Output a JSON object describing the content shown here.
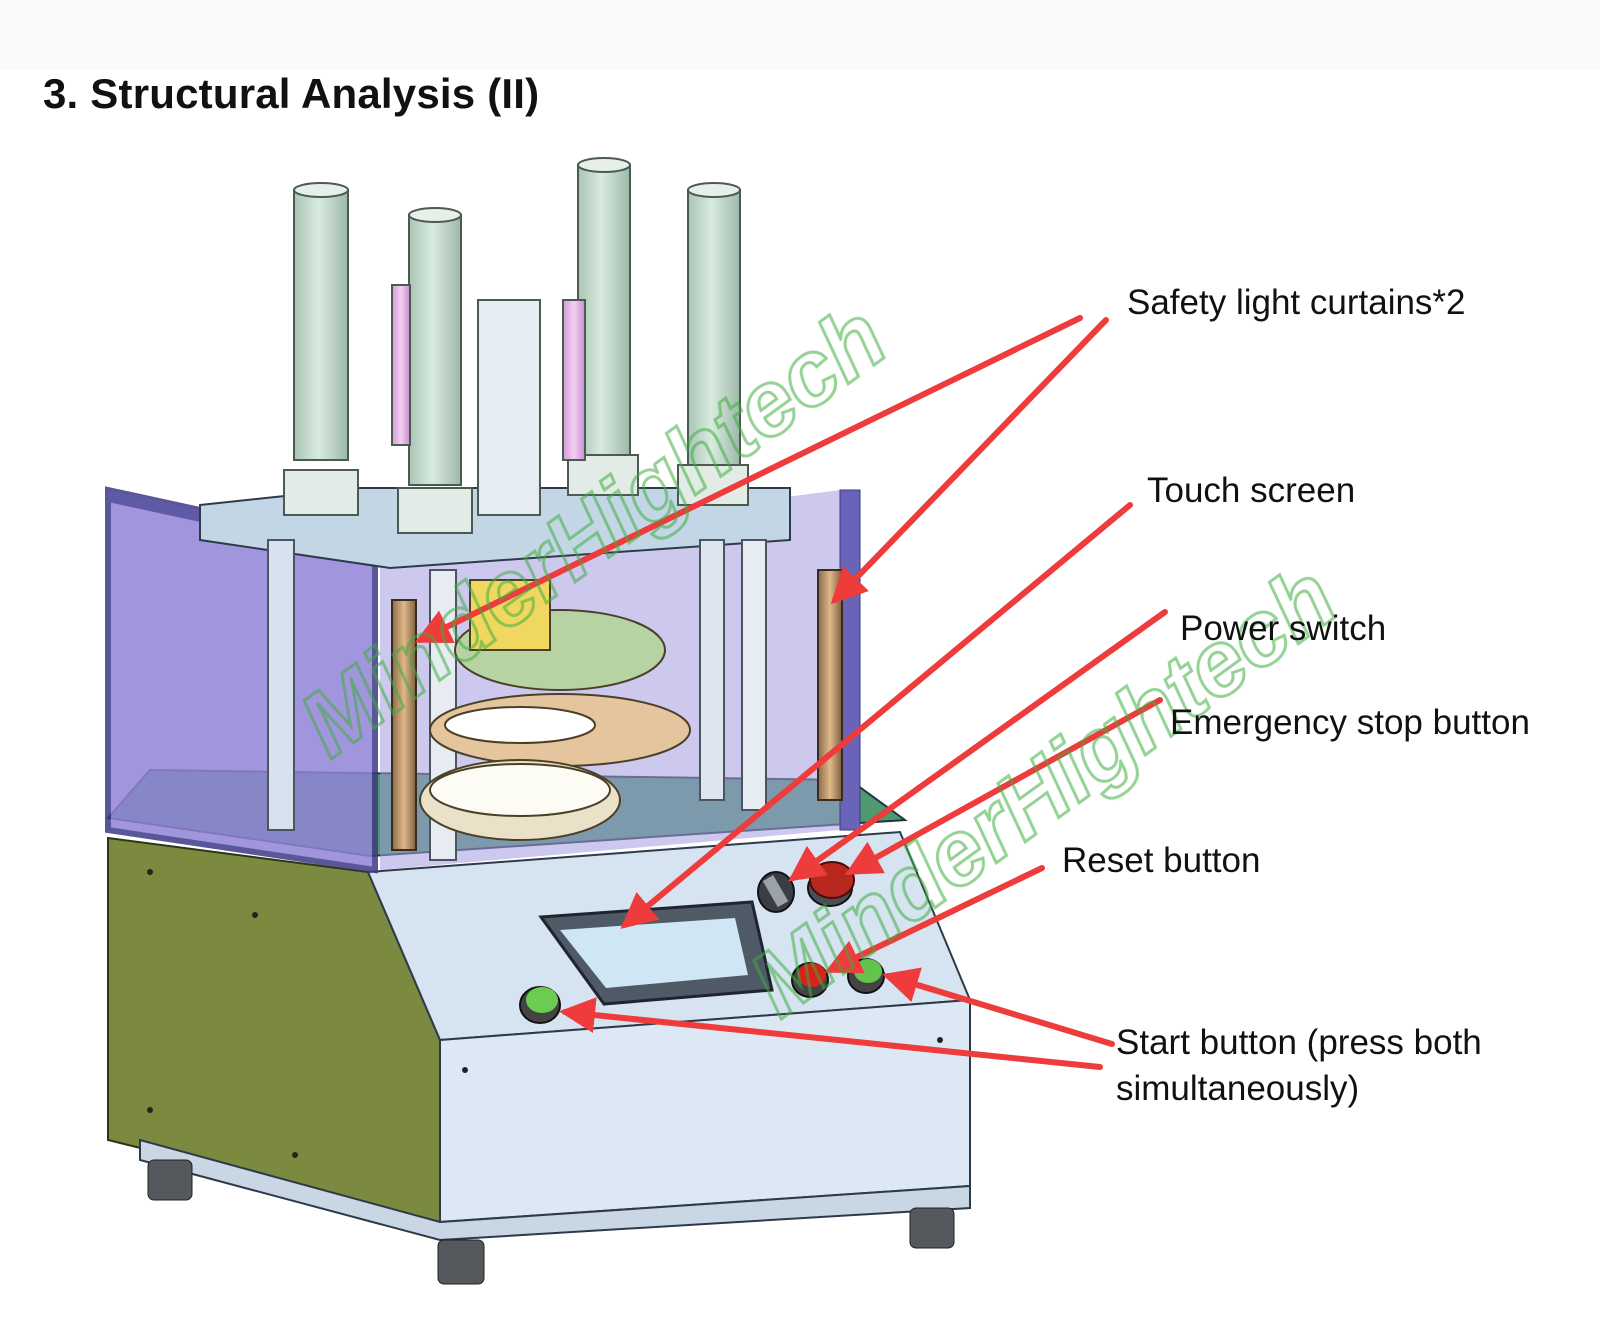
{
  "title": "3. Structural Analysis (II)",
  "labels": {
    "safety_light_curtains": "Safety light curtains*2",
    "touch_screen": "Touch screen",
    "power_switch": "Power switch",
    "emergency_stop": "Emergency stop button",
    "reset_button": "Reset button",
    "start_button_line1": "Start button (press both",
    "start_button_line2": "simultaneously)"
  },
  "watermark": {
    "text": "MinderHightech"
  },
  "colors": {
    "arrow": "#ee3b3b",
    "cabinet_green": "#7a8a3e",
    "panel_blue": "#dce8f5",
    "glass_purple": "#8c7fd6",
    "frame_purple": "#5e5aa8",
    "cylinder": "#c7ddd0",
    "watermark": "#3fae3f"
  }
}
